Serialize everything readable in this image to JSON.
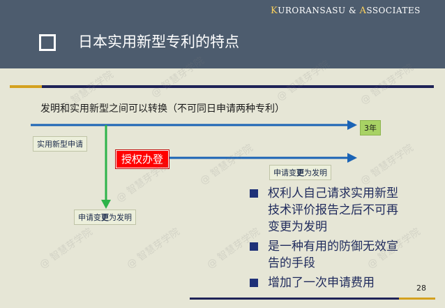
{
  "header": {
    "company_pre_k": "K",
    "company_mid": "URORANSASU & ",
    "company_pre_a": "A",
    "company_end": "SSOCIATES",
    "title": "日本实用新型专利的特点"
  },
  "subtitle": "发明和实用新型之间可以转换（不可同日申请两种专利）",
  "diagram": {
    "apply_label": "实用新型申请",
    "year_label": "3年",
    "grant_label": "授权办登",
    "change_label_1_a": "申请变",
    "change_label_1_b": "更",
    "change_label_1_c": "为发明",
    "change_label_2_a": "申请变",
    "change_label_2_b": "更",
    "change_label_2_c": "为发明"
  },
  "bullets": [
    "权利人自己请求实用新型技术评价报告之后不可再变更为发明",
    "是一种有用的防御无效宣告的手段",
    "增加了一次申请费用"
  ],
  "watermark": "@ 智慧芽学院",
  "page_number": "28",
  "colors": {
    "header_bg": "#4d5c6e",
    "page_bg": "#e6e6d6",
    "arrow_blue": "#1a63b5",
    "arrow_green": "#2db34a",
    "grant_red": "#ff0000",
    "accent_gold": "#d4a11f",
    "navy": "#1f2357"
  }
}
